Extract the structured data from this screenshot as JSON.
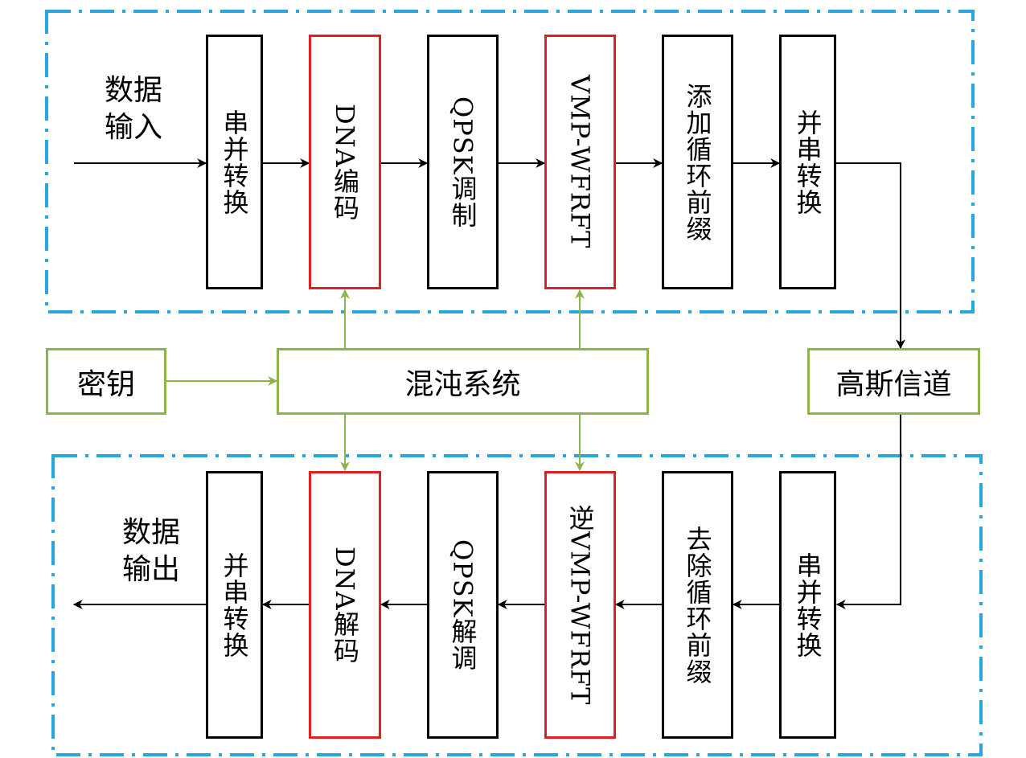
{
  "top_row": [
    {
      "id": "s2p",
      "label": "串并转换",
      "border": "black"
    },
    {
      "id": "dna_enc",
      "label": "DNA编码",
      "border": "red"
    },
    {
      "id": "qpsk_mod",
      "label": "QPSK调制",
      "border": "black"
    },
    {
      "id": "vmp",
      "label": "VMP-WFRFT",
      "border": "red"
    },
    {
      "id": "add_cp",
      "label": "添加循环前缀",
      "border": "black"
    },
    {
      "id": "p2s",
      "label": "并串转换",
      "border": "black"
    }
  ],
  "bottom_row": [
    {
      "id": "p2s_out",
      "label": "并串转换",
      "border": "black"
    },
    {
      "id": "dna_dec",
      "label": "DNA解码",
      "border": "red"
    },
    {
      "id": "qpsk_demod",
      "label": "QPSK解调",
      "border": "black"
    },
    {
      "id": "ivmp",
      "label": "逆VMP-WFRFT",
      "border": "red"
    },
    {
      "id": "rm_cp",
      "label": "去除循环前缀",
      "border": "black"
    },
    {
      "id": "s2p_in",
      "label": "串并转换",
      "border": "black"
    }
  ],
  "key": "密钥",
  "chaos": "混沌系统",
  "channel": "高斯信道",
  "data_in": [
    "数据",
    "输入"
  ],
  "data_out": [
    "数据",
    "输出"
  ],
  "colors": {
    "dashed_frame": "#2aa6de",
    "chaos_line": "#8db44a",
    "red_border": "#e02020"
  }
}
